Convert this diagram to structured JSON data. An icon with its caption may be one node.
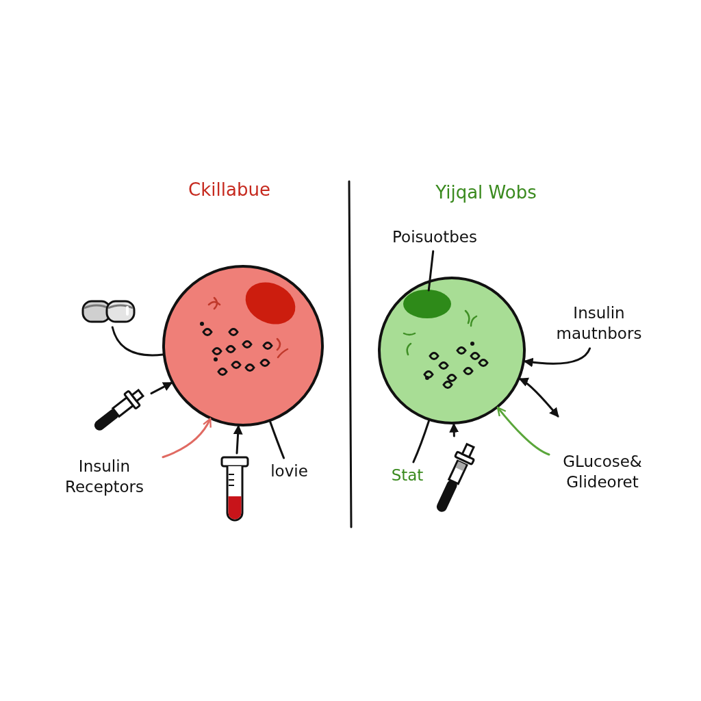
{
  "diagram": {
    "nodes": [
      {
        "text": [],
        "shape": "circle"
      },
      {
        "text": [],
        "shape": "picture"
      },
      {
        "text": [],
        "shape": "picture"
      },
      {
        "text": [],
        "shape": "picture"
      },
      {
        "text": [
          "Insulin Receptors"
        ]
      },
      {
        "text": [
          "lovie"
        ]
      },
      {
        "text": [],
        "shape": "circle"
      },
      {
        "text": [
          "Poisuotbes"
        ]
      },
      {
        "text": [],
        "shape": "circle",
        "in": 6
      },
      {
        "text": [
          "Insulin mautnbors"
        ]
      },
      {
        "text": [
          "Stat"
        ]
      },
      {
        "text": [],
        "shape": "picture"
      },
      {
        "text": [
          "GLucose& Glideoret"
        ]
      },
      {
        "text": [],
        "shape": "circle",
        "in": 0
      }
    ],
    "edges": [
      {
        "from": 1,
        "to": 0,
        "arrow": "none"
      },
      {
        "from": 2,
        "to": 0,
        "arrow": "to"
      },
      {
        "from": 4,
        "to": 0,
        "arrow": "to",
        "color": "#e06a62"
      },
      {
        "from": 3,
        "to": 0,
        "arrow": "to"
      },
      {
        "from": 5,
        "to": 0,
        "arrow": "none"
      },
      {
        "from": 7,
        "to": 8,
        "arrow": "none"
      },
      {
        "from": 9,
        "to": 6,
        "arrow": "to"
      },
      {
        "from": 10,
        "to": 6,
        "arrow": "none"
      },
      {
        "from": 11,
        "to": 6,
        "arrow": "to"
      },
      {
        "from": 12,
        "to": 6,
        "arrow": "to",
        "color": "#5aa63a"
      },
      {
        "from": 6,
        "to": null,
        "arrow": "both"
      }
    ],
    "labels": [
      "Ckillabue",
      "Yijqal Wobs"
    ]
  }
}
